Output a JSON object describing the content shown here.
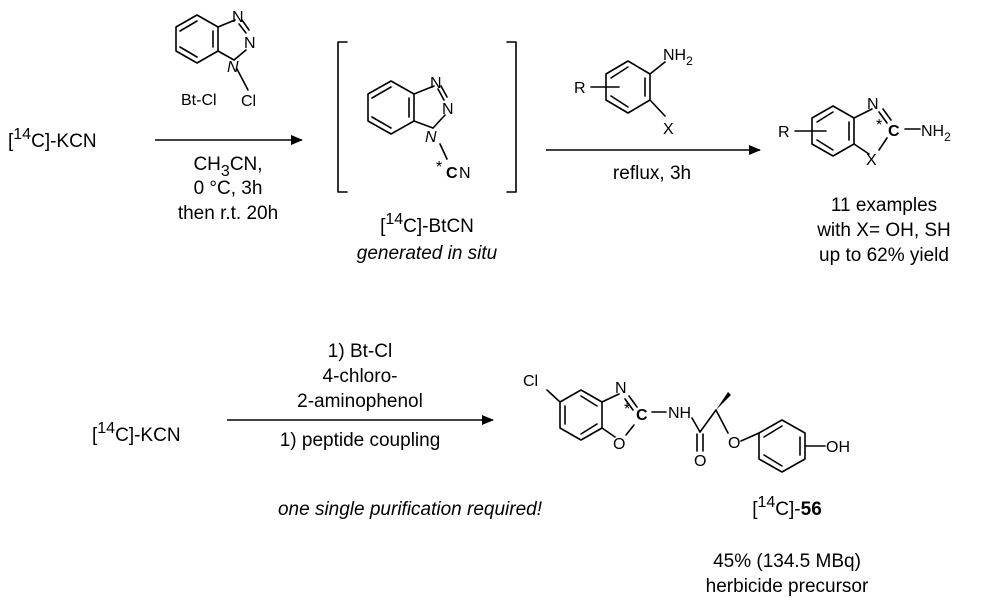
{
  "scheme1": {
    "reactant": {
      "label": "KCN",
      "isotope_mass": "14",
      "isotope_element": "C"
    },
    "reagent_bt_cl": {
      "label": "Bt-Cl",
      "atoms": {
        "n": "N",
        "cl": "Cl"
      }
    },
    "step1_conditions": {
      "solvent_main": "CH",
      "solvent_sub": "3",
      "solvent_rest": "CN,",
      "temp": "0 °C, 3h",
      "then": "then r.t. 20h"
    },
    "intermediate": {
      "label": "-BtCN",
      "isotope_mass": "14",
      "isotope_element": "C",
      "note": "generated in situ",
      "atoms": {
        "n": "N",
        "star": "*",
        "c": "C",
        "n_cyano": "N"
      }
    },
    "aminoarene": {
      "r_label": "R",
      "nh_label": "NH",
      "nh_sub": "2",
      "x_label": "X"
    },
    "step2_conditions": "reflux, 3h",
    "product": {
      "r_label": "R",
      "n_label": "N",
      "star": "*",
      "c_label": "C",
      "nh_label": "NH",
      "nh_sub": "2",
      "x_label": "X"
    },
    "summary": [
      "11 examples",
      "with X= OH, SH",
      "up to 62% yield"
    ]
  },
  "scheme2": {
    "reactant": {
      "label": "KCN",
      "isotope_mass": "14",
      "isotope_element": "C"
    },
    "conditions_above": [
      "1) Bt-Cl",
      "4-chloro-",
      "2-aminophenol"
    ],
    "conditions_below": "1) peptide coupling",
    "note": "one single purification required!",
    "product": {
      "atoms": {
        "cl": "Cl",
        "n": "N",
        "star": "*",
        "c": "C",
        "nh": "NH",
        "o_ring": "O",
        "o_carbonyl": "O",
        "o_ether": "O",
        "oh": "OH"
      },
      "compound_number": "56",
      "isotope_mass": "14",
      "isotope_element": "C",
      "yield": "45% (134.5 MBq)",
      "description": "herbicide precursor"
    }
  }
}
